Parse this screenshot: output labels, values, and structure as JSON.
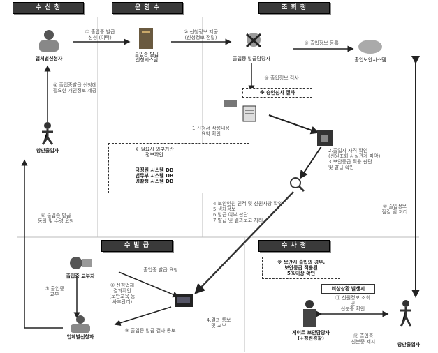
{
  "headers": {
    "applicant_side": "수 신 청",
    "center": "운 영 수",
    "issuer": "조 회 청",
    "issue": "수 발 급",
    "inspect": "수 사 청"
  },
  "actors": {
    "company_applicant_top": "업체별신청자",
    "port_entrant_left": "항만출입자",
    "pass_system": [
      "출입증 발급",
      "신청시스템"
    ],
    "issuing_officer": "출입증 발급담당자",
    "security_system": "출입보안시스템",
    "pass_recipient": "출입증 교부자",
    "company_applicant_bottom": "업체별신청자",
    "gate_officer": [
      "게이트 보안담당자",
      "(+청원경찰)"
    ],
    "port_entrant_right": "항만출입자"
  },
  "steps": {
    "s1": [
      "① 출입증 발급",
      "신청 (이력)"
    ],
    "s2": [
      "② 신청정보 제공",
      "(신청정보 전달)"
    ],
    "s3": "③ 출입정보 등록",
    "s4": [
      "④ 출입증발급 신청에",
      "필요한 개인정보 제공"
    ],
    "s5": "⑤ 출입정보 검사",
    "s6": [
      "1.신청서 작성내용",
      "요약 확인"
    ],
    "s7": [
      "2.출입자 자격 확인",
      "(신원조회 사실관계 파악)",
      "3.보안등급 적용 판단",
      "및 발급 확인"
    ],
    "s8": [
      "4.보안인원 인적 및 신원사항 확인",
      "5.생체정보",
      "6.발급 여부 판단",
      "7.발급 및 결과보고 처리"
    ],
    "s9": [
      "⑥ 출입증 발급",
      "동의 및 수령 요청"
    ],
    "s10": [
      "⑦ 출입증",
      "교부"
    ],
    "s11": [
      "⑧ 신청업체",
      "결과확인",
      "(보안교육 등",
      "사후관리)"
    ],
    "s12": [
      "4.결과 통보",
      "및 교부"
    ],
    "s13": [
      "출입증 발급 요청"
    ],
    "s14": [
      "⑨ 출입증 발급 결과 통보"
    ],
    "s15": [
      "⑩ 출입정보",
      "점검 및 처리"
    ],
    "s16": [
      "⑪ 신원정보 조회",
      "및",
      "신분증 확인"
    ],
    "s17": [
      "⑫ 출입증",
      "신분증 제시"
    ]
  },
  "notes": {
    "review": "※ 승인심사 절차",
    "db_title": [
      "※ 필요시 외부기관",
      "정보확인"
    ],
    "db_list": [
      "국정원 시스템 DB",
      "법무부 시스템 DB",
      "경찰청 시스템 DB"
    ],
    "inspect_note": [
      "※ 보안시 출입의 경우,",
      "보안등급 적용된",
      "5%이상 확인"
    ],
    "emergency": "비상상황 발생시"
  }
}
